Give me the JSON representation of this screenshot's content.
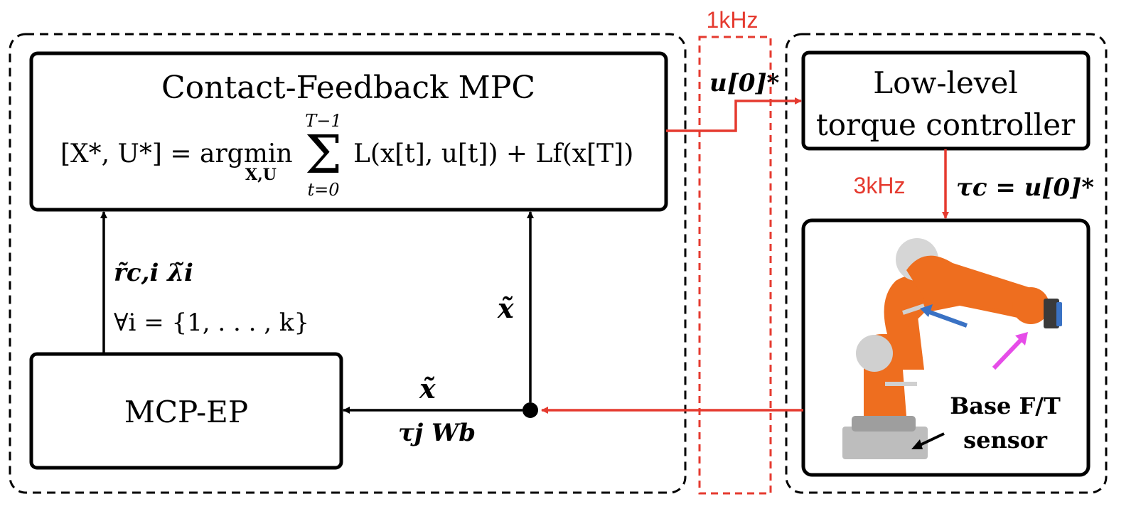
{
  "colors": {
    "black": "#000000",
    "red": "#e53a2f",
    "robot_orange": "#ee6e1f",
    "robot_silver": "#d0d0d0",
    "arrow_blue": "#3a72c4",
    "arrow_magenta": "#e64ce8"
  },
  "labels": {
    "freq_1khz": "1kHz",
    "freq_3khz": "3kHz",
    "mpc_title": "Contact-Feedback MPC",
    "mpc_eq_lhs": "[X*, U*] = argmin",
    "mpc_eq_sub": "X,U",
    "mpc_eq_upper": "T−1",
    "mpc_eq_lower": "t=0",
    "mpc_eq_sigma": "Σ",
    "mpc_eq_rhs": "L(x[t], u[t]) + Lf(x[T])",
    "low_level_line1": "Low-level",
    "low_level_line2": "torque controller",
    "mcp_ep": "MCP-EP",
    "u0_star": "u[0]*",
    "tau_c_eq": "τc = u[0]*",
    "r_lambda": "r̃c,i  λ̃i",
    "forall": "∀i = {1, . . . , k}",
    "x_tilde_up": "x̃",
    "x_tilde_left": "x̃",
    "tau_w": "τj  Wb",
    "sensor_line1": "Base F/T",
    "sensor_line2": "sensor"
  }
}
